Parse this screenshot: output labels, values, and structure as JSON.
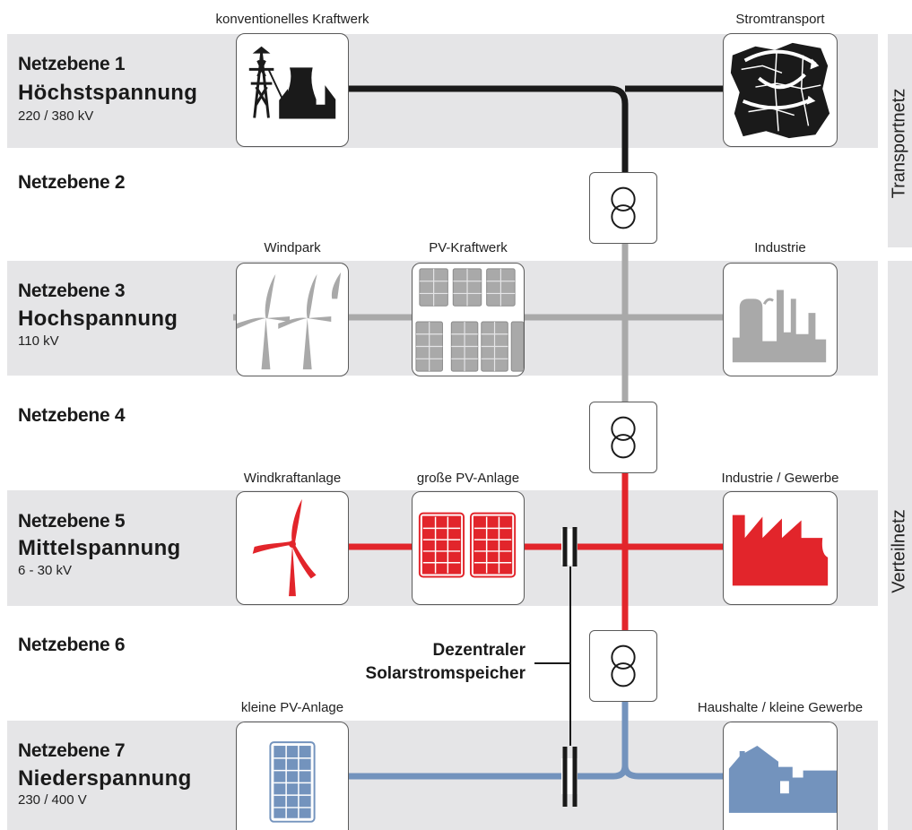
{
  "side_labels": {
    "transport": "Transportnetz",
    "distribution": "Verteilnetz"
  },
  "levels": [
    {
      "label": "Netzebene 1",
      "voltage_name": "Höchstspannung",
      "range": "220 / 380 kV"
    },
    {
      "label": "Netzebene 2"
    },
    {
      "label": "Netzebene 3",
      "voltage_name": "Hochspannung",
      "range": "110 kV"
    },
    {
      "label": "Netzebene 4"
    },
    {
      "label": "Netzebene 5",
      "voltage_name": "Mittelspannung",
      "range": "6 - 30 kV"
    },
    {
      "label": "Netzebene 6"
    },
    {
      "label": "Netzebene 7",
      "voltage_name": "Niederspannung",
      "range": "230 / 400 V"
    }
  ],
  "nodes": {
    "power_plant": "konventionelles Kraftwerk",
    "transport": "Stromtransport",
    "wind_park": "Windpark",
    "pv_plant": "PV-Kraftwerk",
    "industry": "Industrie",
    "wind_turbine": "Windkraftanlage",
    "large_pv": "große PV-Anlage",
    "industry_commerce": "Industrie / Gewerbe",
    "small_pv": "kleine PV-Anlage",
    "households": "Haushalte / kleine Gewerbe"
  },
  "storage": {
    "line1": "Dezentraler",
    "line2": "Solarstromspeicher"
  },
  "colors": {
    "band": "#e5e5e7",
    "level_1": "#1a1a1a",
    "level_3": "#a9a9a9",
    "level_5": "#e2252b",
    "level_7": "#7393bd"
  }
}
